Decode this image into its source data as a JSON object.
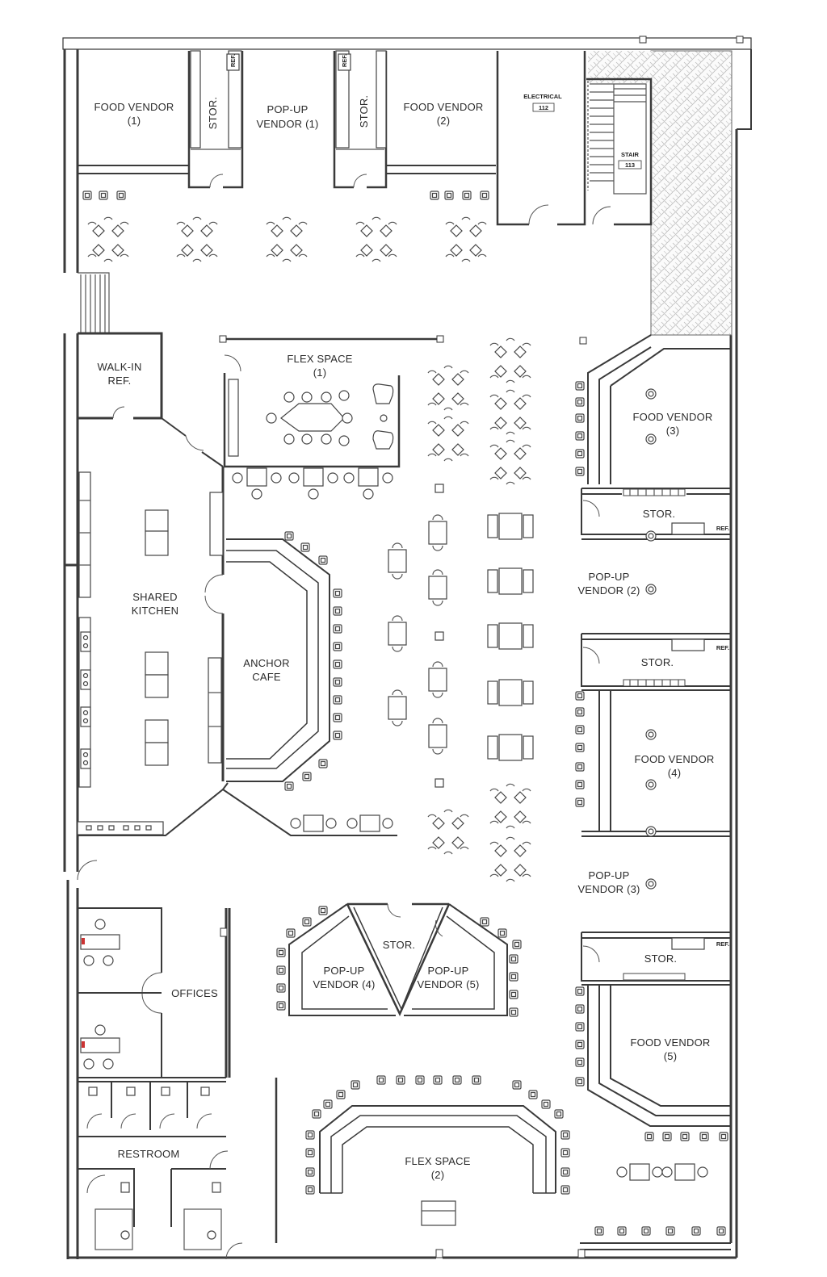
{
  "labels": {
    "food_vendor_1": [
      "FOOD VENDOR",
      "(1)"
    ],
    "stor_1": "STOR.",
    "ref_1": "REF.",
    "popup_vendor_1": [
      "POP-UP",
      "VENDOR (1)"
    ],
    "stor_2": "STOR.",
    "ref_2": "REF.",
    "food_vendor_2": [
      "FOOD VENDOR",
      "(2)"
    ],
    "electrical": "ELECTRICAL",
    "electrical_num": "112",
    "stair": "STAIR",
    "stair_num": "113",
    "walk_in_ref": [
      "WALK-IN",
      "REF."
    ],
    "flex_space_1": [
      "FLEX SPACE",
      "(1)"
    ],
    "food_vendor_3": [
      "FOOD VENDOR",
      "(3)"
    ],
    "stor_3": "STOR.",
    "ref_3": "REF.",
    "popup_vendor_2": [
      "POP-UP",
      "VENDOR (2)"
    ],
    "shared_kitchen": [
      "SHARED",
      "KITCHEN"
    ],
    "anchor_cafe": [
      "ANCHOR",
      "CAFE"
    ],
    "stor_4": "STOR.",
    "ref_4": "REF.",
    "food_vendor_4": [
      "FOOD VENDOR",
      "(4)"
    ],
    "popup_vendor_3": [
      "POP-UP",
      "VENDOR (3)"
    ],
    "stor_center": "STOR.",
    "popup_vendor_4": [
      "POP-UP",
      "VENDOR (4)"
    ],
    "popup_vendor_5": [
      "POP-UP",
      "VENDOR (5)"
    ],
    "offices": "OFFICES",
    "stor_5": "STOR.",
    "ref_5": "REF.",
    "food_vendor_5": [
      "FOOD VENDOR",
      "(5)"
    ],
    "restroom": "RESTROOM",
    "flex_space_2": [
      "FLEX SPACE",
      "(2)"
    ]
  }
}
